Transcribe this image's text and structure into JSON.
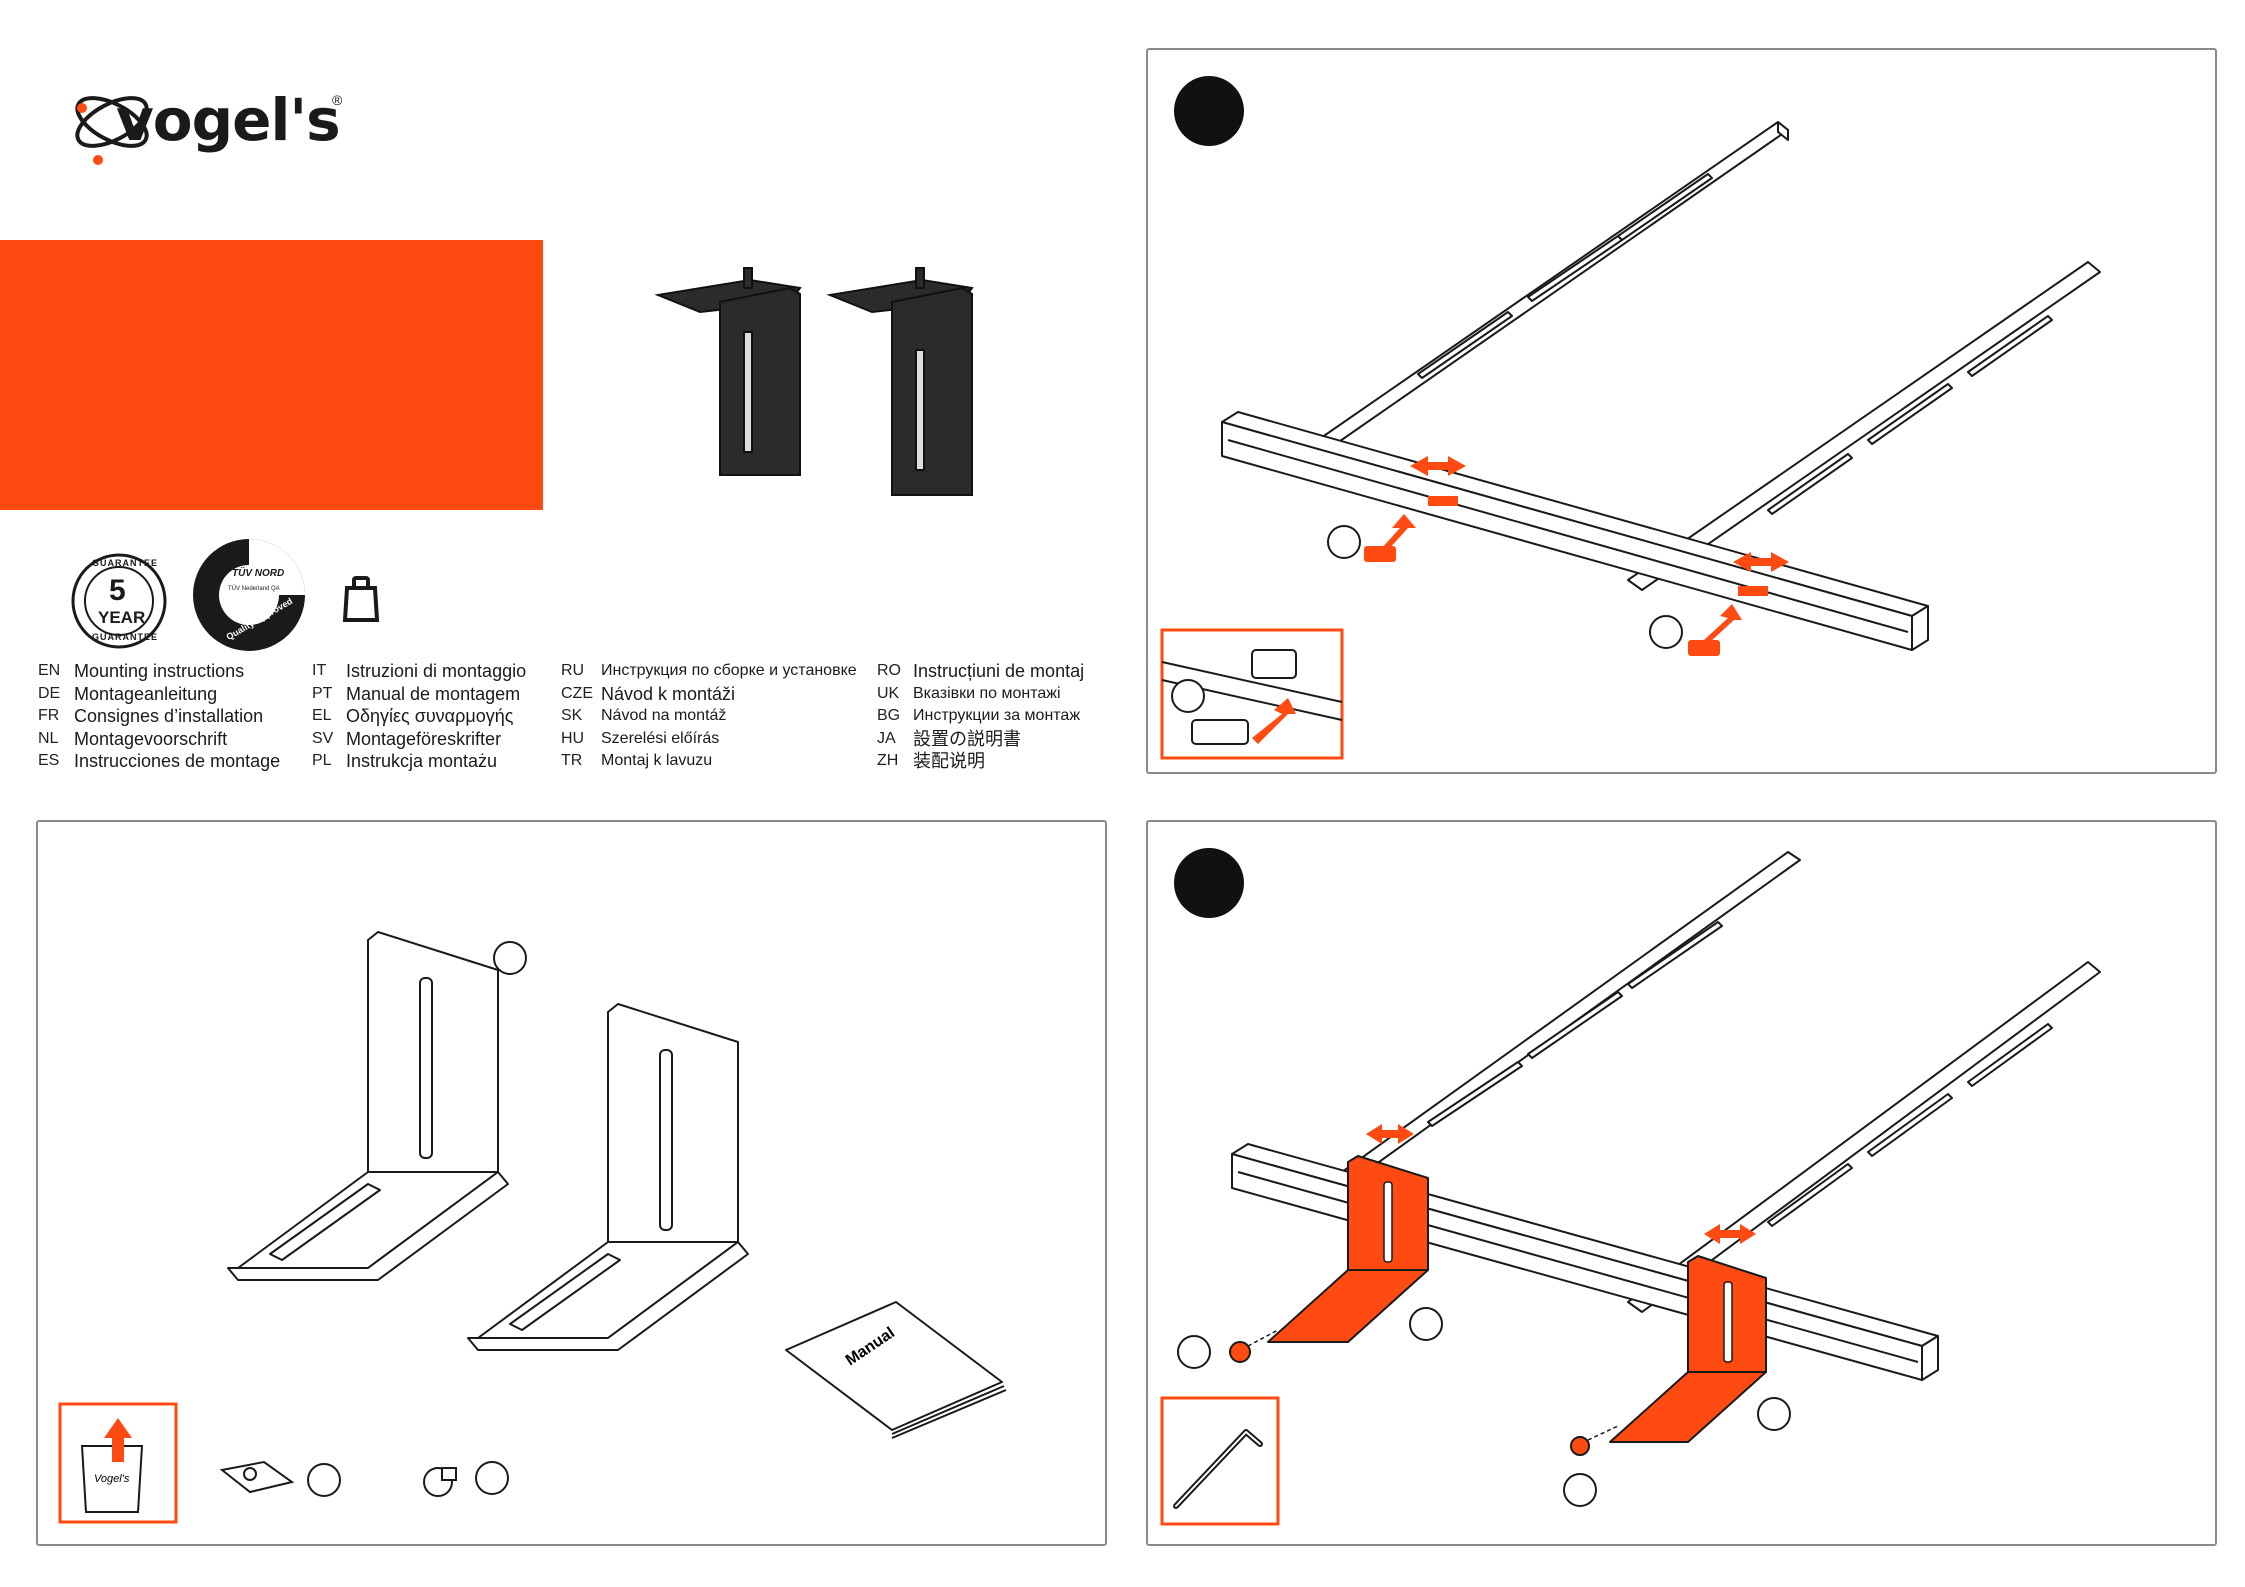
{
  "brand": {
    "name": "vogel's",
    "registered": "®",
    "accent": "#ff4b12"
  },
  "badges": {
    "guarantee": {
      "top": "GUARANTEE",
      "number": "5",
      "unit": "YEAR",
      "bottom": "GUARANTEE"
    },
    "tuv": {
      "name": "TÜV NORD",
      "line1": "TÜV Nederland QA",
      "arc": "Quality Approved"
    }
  },
  "languages": {
    "col1": [
      {
        "code": "EN",
        "text": "Mounting instructions"
      },
      {
        "code": "DE",
        "text": "Montageanleitung"
      },
      {
        "code": "FR",
        "text": "Consignes d’installation"
      },
      {
        "code": "NL",
        "text": "Montagevoorschrift"
      },
      {
        "code": "ES",
        "text": "Instrucciones de montage"
      }
    ],
    "col2": [
      {
        "code": "IT",
        "text": "Istruzioni di montaggio"
      },
      {
        "code": "PT",
        "text": "Manual de montagem"
      },
      {
        "code": "EL",
        "text": "Οδηγίες συναρμογής"
      },
      {
        "code": "SV",
        "text": "Montageföreskrifter"
      },
      {
        "code": "PL",
        "text": "Instrukcja montażu"
      }
    ],
    "col3": [
      {
        "code": "RU",
        "text": "Инструкция по сборке и установке"
      },
      {
        "code": "CZE",
        "text": "Návod k montáži"
      },
      {
        "code": "SK",
        "text": "Návod na montáž"
      },
      {
        "code": "HU",
        "text": "Szerelési előírás"
      },
      {
        "code": "TR",
        "text": "Montaj k   lavuzu"
      }
    ],
    "col4": [
      {
        "code": "RO",
        "text": "Instrucțiuni de montaj"
      },
      {
        "code": "UK",
        "text": "Вказівки по монтажі"
      },
      {
        "code": "BG",
        "text": "Инструкции за монтаж"
      },
      {
        "code": "JA",
        "text": "設置の説明書"
      },
      {
        "code": "ZH",
        "text": "装配说明"
      }
    ]
  },
  "parts": {
    "manual_label": "Manual",
    "bag_label": "Vogel's"
  },
  "colors": {
    "accent": "#ff4b12",
    "line": "#1a1a1a",
    "panel_border": "#8a8a8a"
  }
}
